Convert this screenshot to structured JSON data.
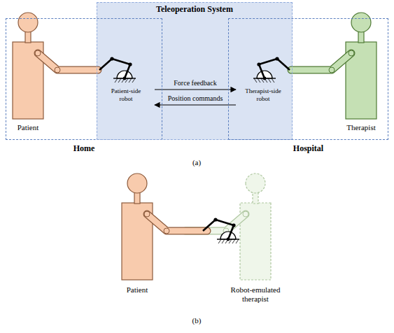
{
  "diagram": {
    "nodes": [
      {
        "text": [
          "Home"
        ]
      },
      {
        "text": [
          "Teleoperation System"
        ]
      },
      {
        "text": [
          "Patient-side robot"
        ],
        "in": 1
      },
      {
        "text": [
          "Therapist-side robot"
        ],
        "in": 1
      },
      {
        "text": [
          "Hospital"
        ]
      }
    ],
    "edges": [
      {
        "from": 2,
        "to": 3,
        "label": "Force feedback",
        "arrow": "to"
      },
      {
        "from": 3,
        "to": 2,
        "label": "Position commands",
        "arrow": "to"
      }
    ],
    "labels": [
      "Patient",
      "Therapist",
      "(a)",
      "Patient",
      "Robot-emulated therapist",
      "(b)"
    ]
  }
}
